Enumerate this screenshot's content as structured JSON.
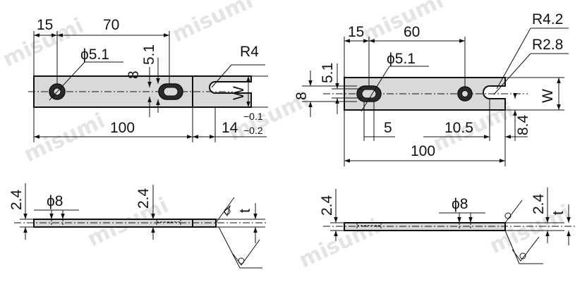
{
  "watermark": "misumi",
  "plate_a": {
    "top": {
      "dim_15": "15",
      "dim_70": "70",
      "dim_5_1_v": "5.1",
      "dim_8": "8",
      "radius": "R4",
      "hole_dia": "ϕ5.1",
      "width": "W",
      "length": "100",
      "tol_base": "14",
      "tol_upper": "−0.1",
      "tol_lower": "−0.2"
    },
    "side": {
      "dim_2_4_left": "2.4",
      "dim_2_4_mid": "2.4",
      "counterbore_dia": "ϕ8",
      "thickness": "t"
    }
  },
  "plate_b": {
    "top": {
      "dim_15": "15",
      "dim_60": "60",
      "radius_outer": "R4.2",
      "radius_inner": "R2.8",
      "hole_dia": "ϕ5.1",
      "dim_5_1_v": "5.1",
      "dim_8": "8",
      "width": "W",
      "dim_5": "5",
      "dim_10_5": "10.5",
      "dim_8_4": "8.4",
      "length": "100"
    },
    "side": {
      "dim_2_4_left": "2.4",
      "dim_2_4_right": "2.4",
      "counterbore_dia": "ϕ8",
      "thickness": "t"
    }
  }
}
